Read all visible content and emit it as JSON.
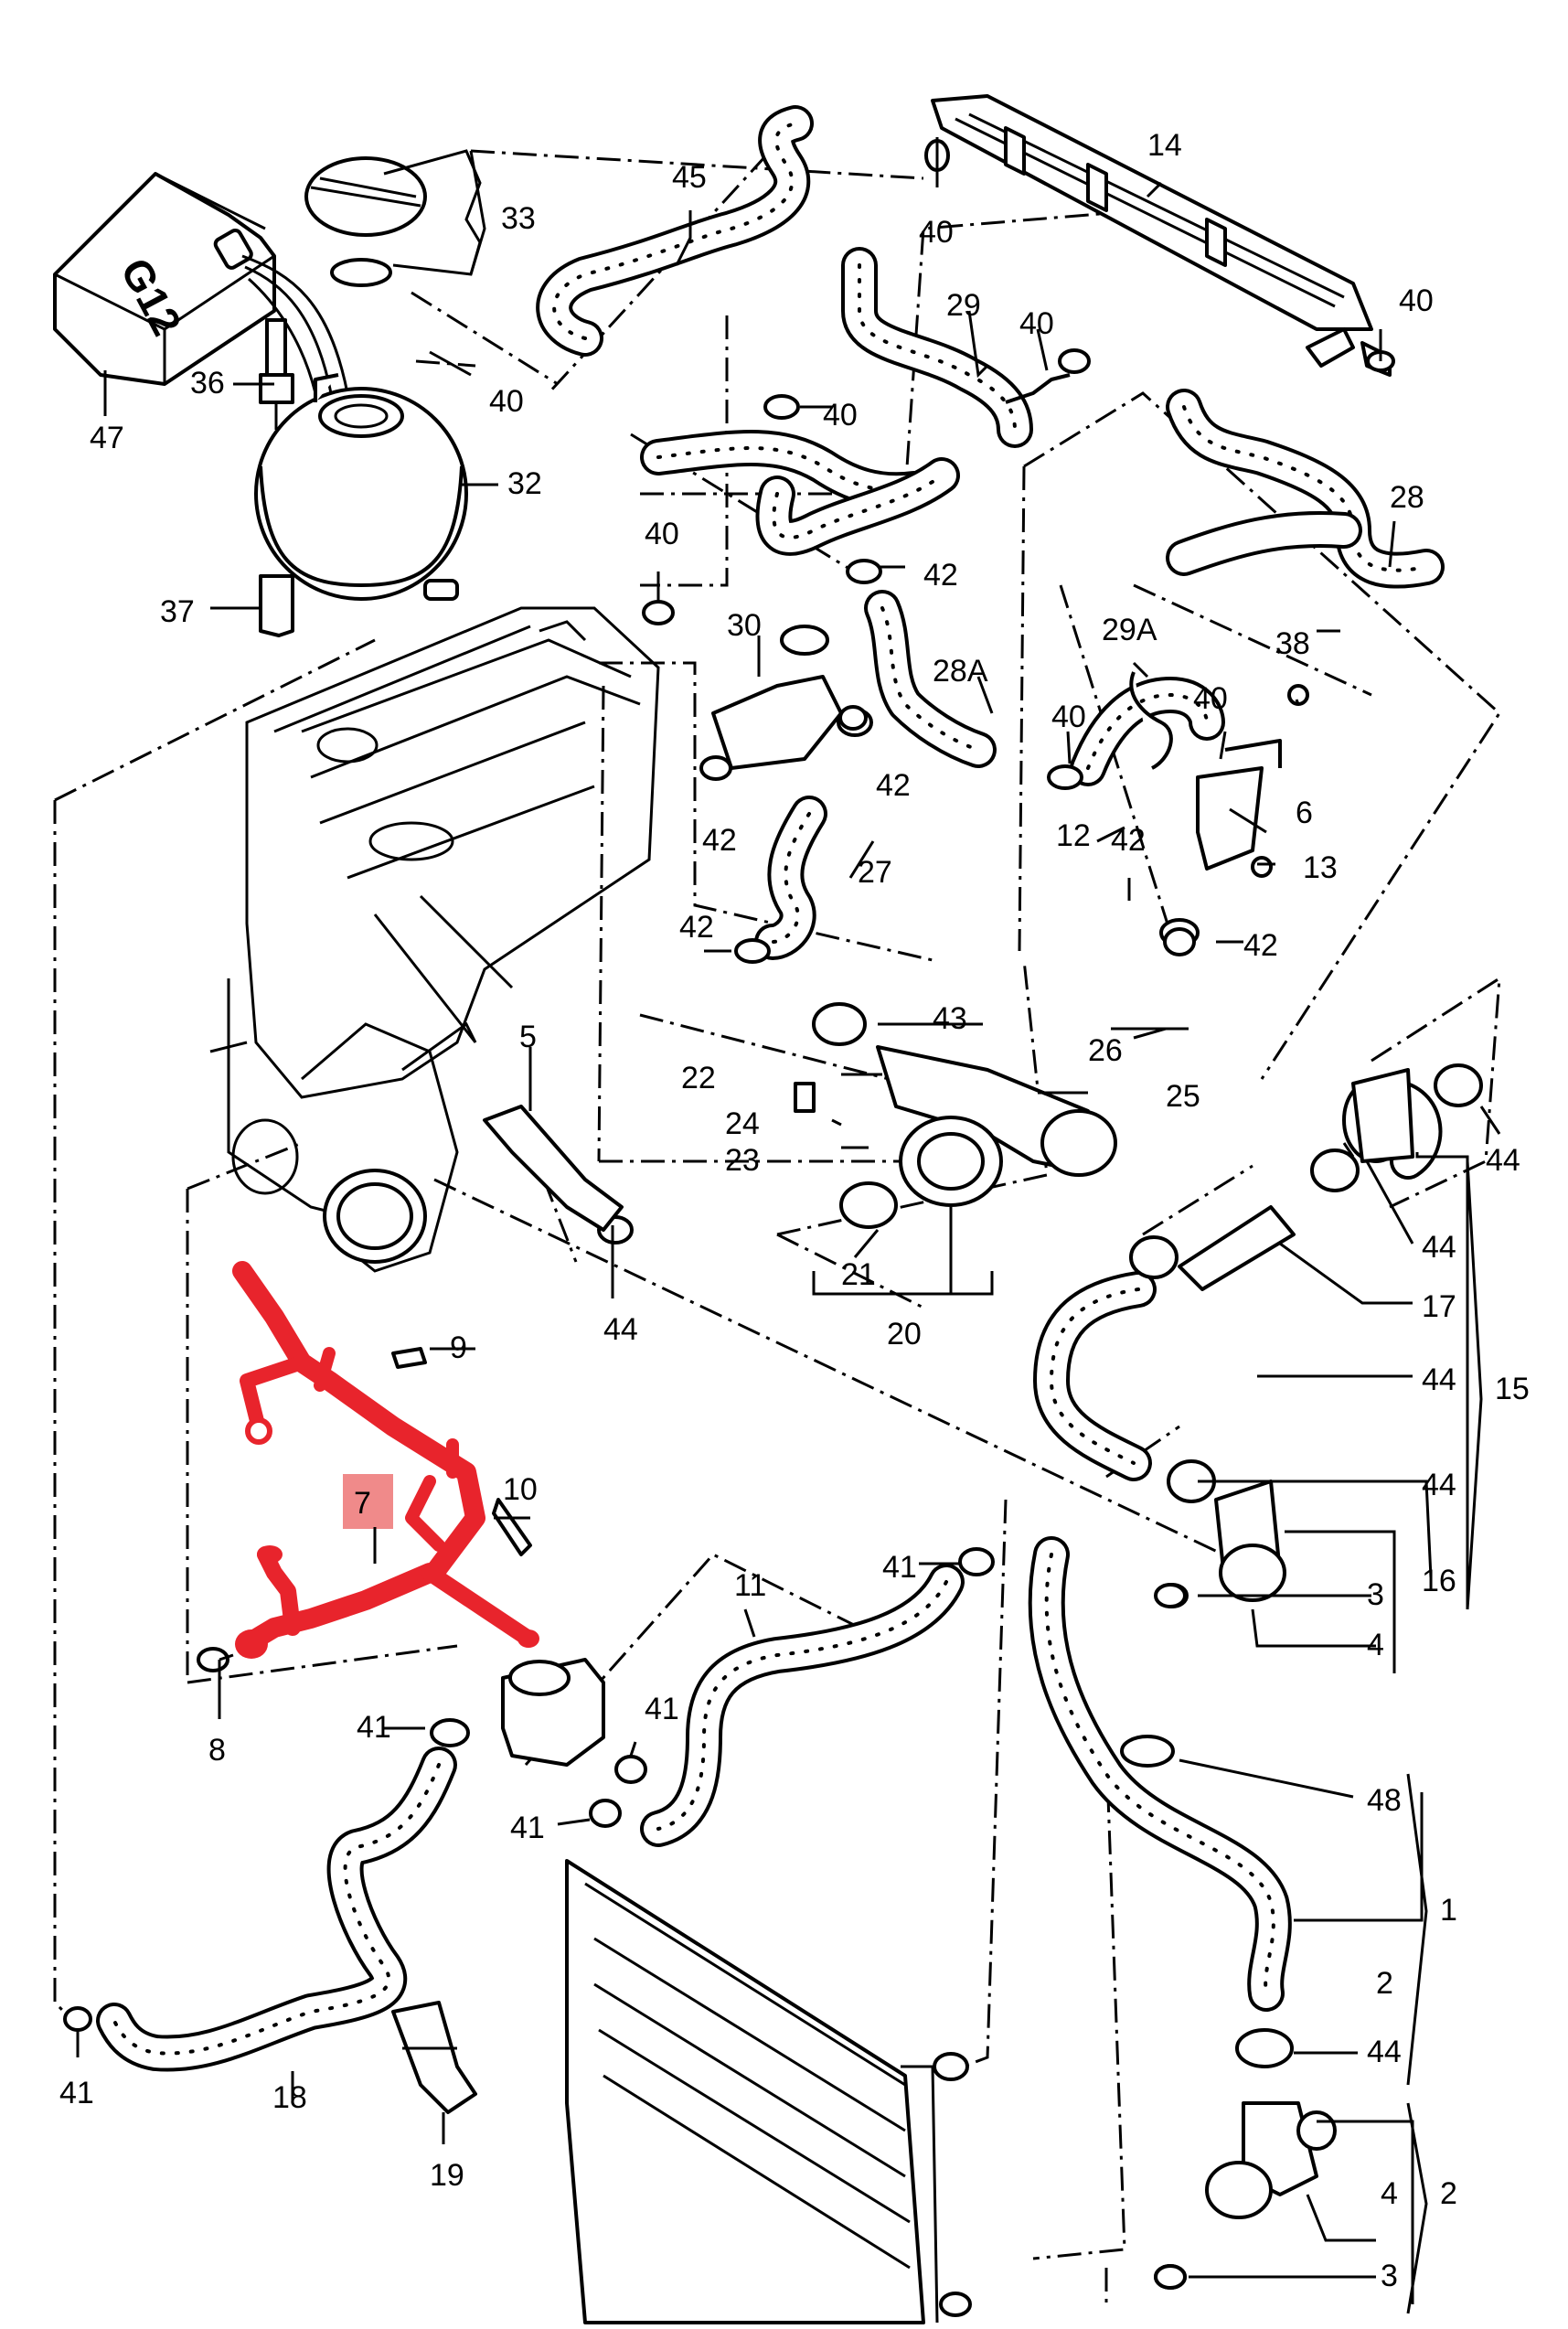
{
  "highlight": {
    "part": "7",
    "color": "#e8242c",
    "marker_color": "#f08a8a"
  },
  "container_label": "G12",
  "labels": {
    "p1": "1",
    "p2a": "2",
    "p2b": "2",
    "p3a": "3",
    "p3b": "3",
    "p4a": "4",
    "p4b": "4",
    "p5": "5",
    "p6": "6",
    "p7": "7",
    "p8": "8",
    "p9": "9",
    "p10": "10",
    "p11": "11",
    "p12": "12",
    "p13": "13",
    "p14": "14",
    "p15": "15",
    "p16": "16",
    "p17": "17",
    "p18": "18",
    "p19": "19",
    "p20": "20",
    "p21": "21",
    "p22": "22",
    "p23": "23",
    "p24": "24",
    "p25": "25",
    "p26": "26",
    "p27": "27",
    "p28": "28",
    "p28a": "28A",
    "p29": "29",
    "p29a": "29A",
    "p30": "30",
    "p32": "32",
    "p33": "33",
    "p36": "36",
    "p37": "37",
    "p38": "38",
    "p40a": "40",
    "p40b": "40",
    "p40c": "40",
    "p40d": "40",
    "p40e": "40",
    "p40f": "40",
    "p40g": "40",
    "p40h": "40",
    "p41a": "41",
    "p41b": "41",
    "p41c": "41",
    "p41d": "41",
    "p41e": "41",
    "p42a": "42",
    "p42b": "42",
    "p42c": "42",
    "p42d": "42",
    "p42e": "42",
    "p42f": "42",
    "p43": "43",
    "p44a": "44",
    "p44b": "44",
    "p44c": "44",
    "p44d": "44",
    "p44e": "44",
    "p44f": "44",
    "p45": "45",
    "p47": "47",
    "p48": "48"
  }
}
